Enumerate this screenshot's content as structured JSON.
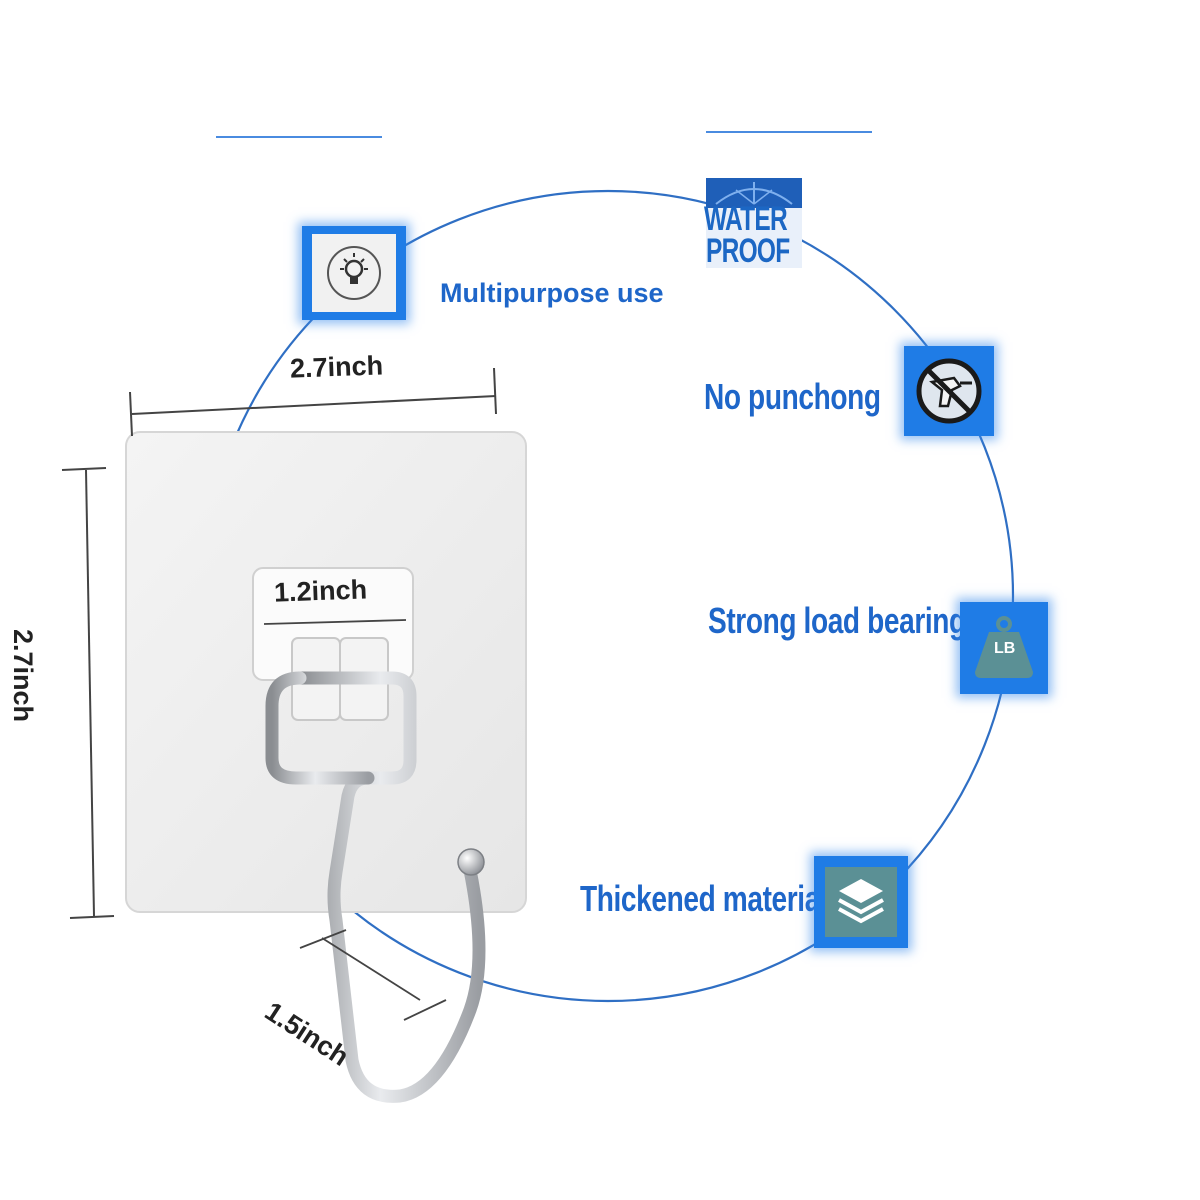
{
  "features": {
    "multipurpose": "Multipurpose use",
    "waterproof_line1": "WATER",
    "waterproof_line2": "PROOF",
    "no_punch": "No punchong",
    "load": "Strong load bearing",
    "load_badge": "LB",
    "thickened": "Thickened material"
  },
  "dimensions": {
    "width": "2.7inch",
    "height": "2.7inch",
    "plate": "1.2inch",
    "hook": "1.5inch"
  },
  "colors": {
    "accent": "#1f7ce6",
    "circle_line": "#2f6fc4",
    "text_blue": "#1e66c9",
    "badge_teal": "#5b9095"
  },
  "icons": {
    "multipurpose": "lightbulb-icon",
    "waterproof": "umbrella-icon",
    "no_punch": "no-drill-icon",
    "load": "weight-icon",
    "thickened": "layers-icon"
  }
}
